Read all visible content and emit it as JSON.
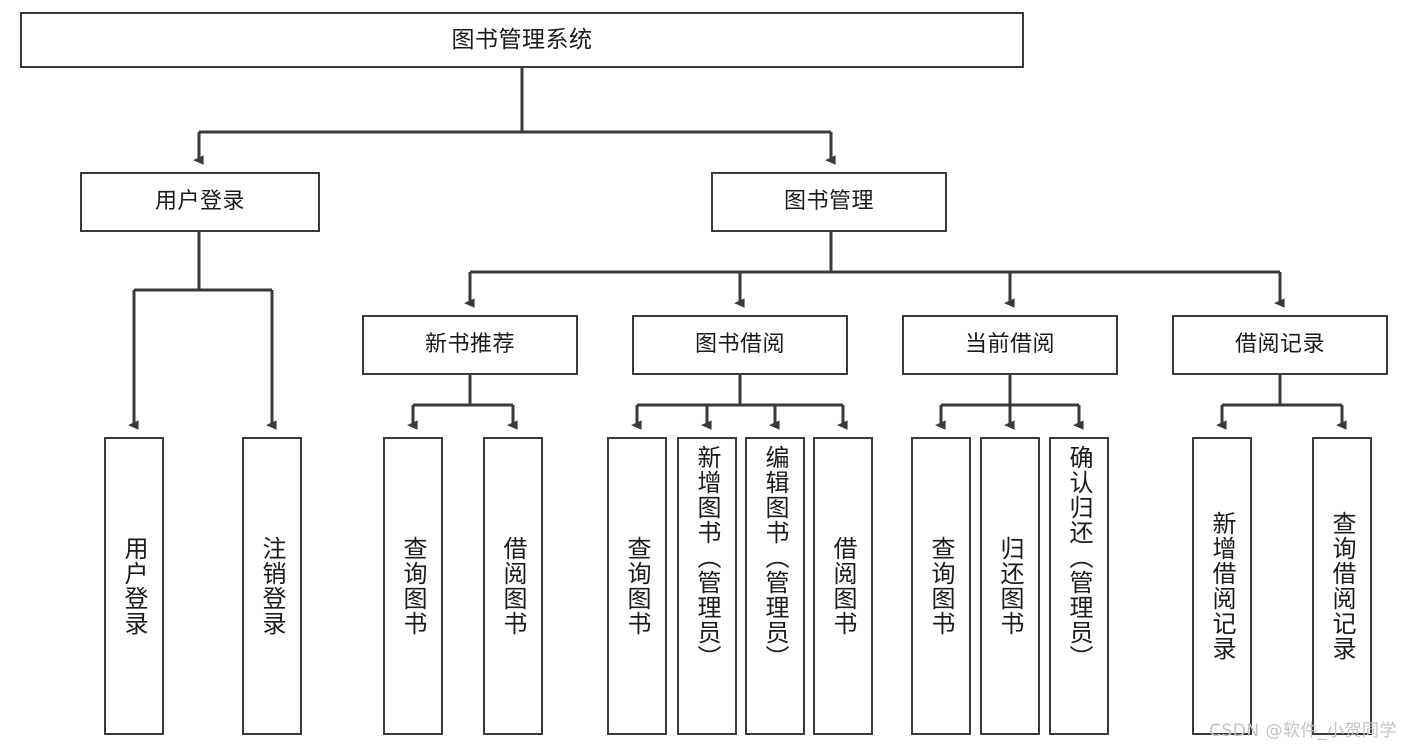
{
  "diagram": {
    "title": "图书管理系统",
    "type": "tree-hierarchy",
    "orientation": "top-down",
    "colors": {
      "node_border": "#3a3a3a",
      "node_fill": "#ffffff",
      "edge": "#3a3a3a",
      "text": "#1b1b1b",
      "background": "#ffffff",
      "watermark": "#c3c3c3"
    }
  },
  "watermark": {
    "text": "CSDN @软件_小贺同学"
  },
  "nodes": {
    "root": {
      "label": "图书管理系统"
    },
    "level1": [
      {
        "label": "用户登录"
      },
      {
        "label": "图书管理"
      }
    ],
    "level2": [
      {
        "label": "新书推荐"
      },
      {
        "label": "图书借阅"
      },
      {
        "label": "当前借阅"
      },
      {
        "label": "借阅记录"
      }
    ],
    "leaves": {
      "user_login": [
        {
          "label": "用户登录"
        },
        {
          "label": "注销登录"
        }
      ],
      "new_book_recommend": [
        {
          "label": "查询图书"
        },
        {
          "label": "借阅图书"
        }
      ],
      "book_borrow": [
        {
          "label": "查询图书"
        },
        {
          "label": "新增图书（管理员）"
        },
        {
          "label": "编辑图书（管理员）"
        },
        {
          "label": "借阅图书"
        }
      ],
      "current_borrow": [
        {
          "label": "查询图书"
        },
        {
          "label": "归还图书"
        },
        {
          "label": "确认归还（管理员）"
        }
      ],
      "borrow_record": [
        {
          "label": "新增借阅记录"
        },
        {
          "label": "查询借阅记录"
        }
      ]
    }
  },
  "tree_structure": {
    "图书管理系统": {
      "用户登录": [
        "用户登录",
        "注销登录"
      ],
      "图书管理": {
        "新书推荐": [
          "查询图书",
          "借阅图书"
        ],
        "图书借阅": [
          "查询图书",
          "新增图书（管理员）",
          "编辑图书（管理员）",
          "借阅图书"
        ],
        "当前借阅": [
          "查询图书",
          "归还图书",
          "确认归还（管理员）"
        ],
        "借阅记录": [
          "新增借阅记录",
          "查询借阅记录"
        ]
      }
    }
  }
}
